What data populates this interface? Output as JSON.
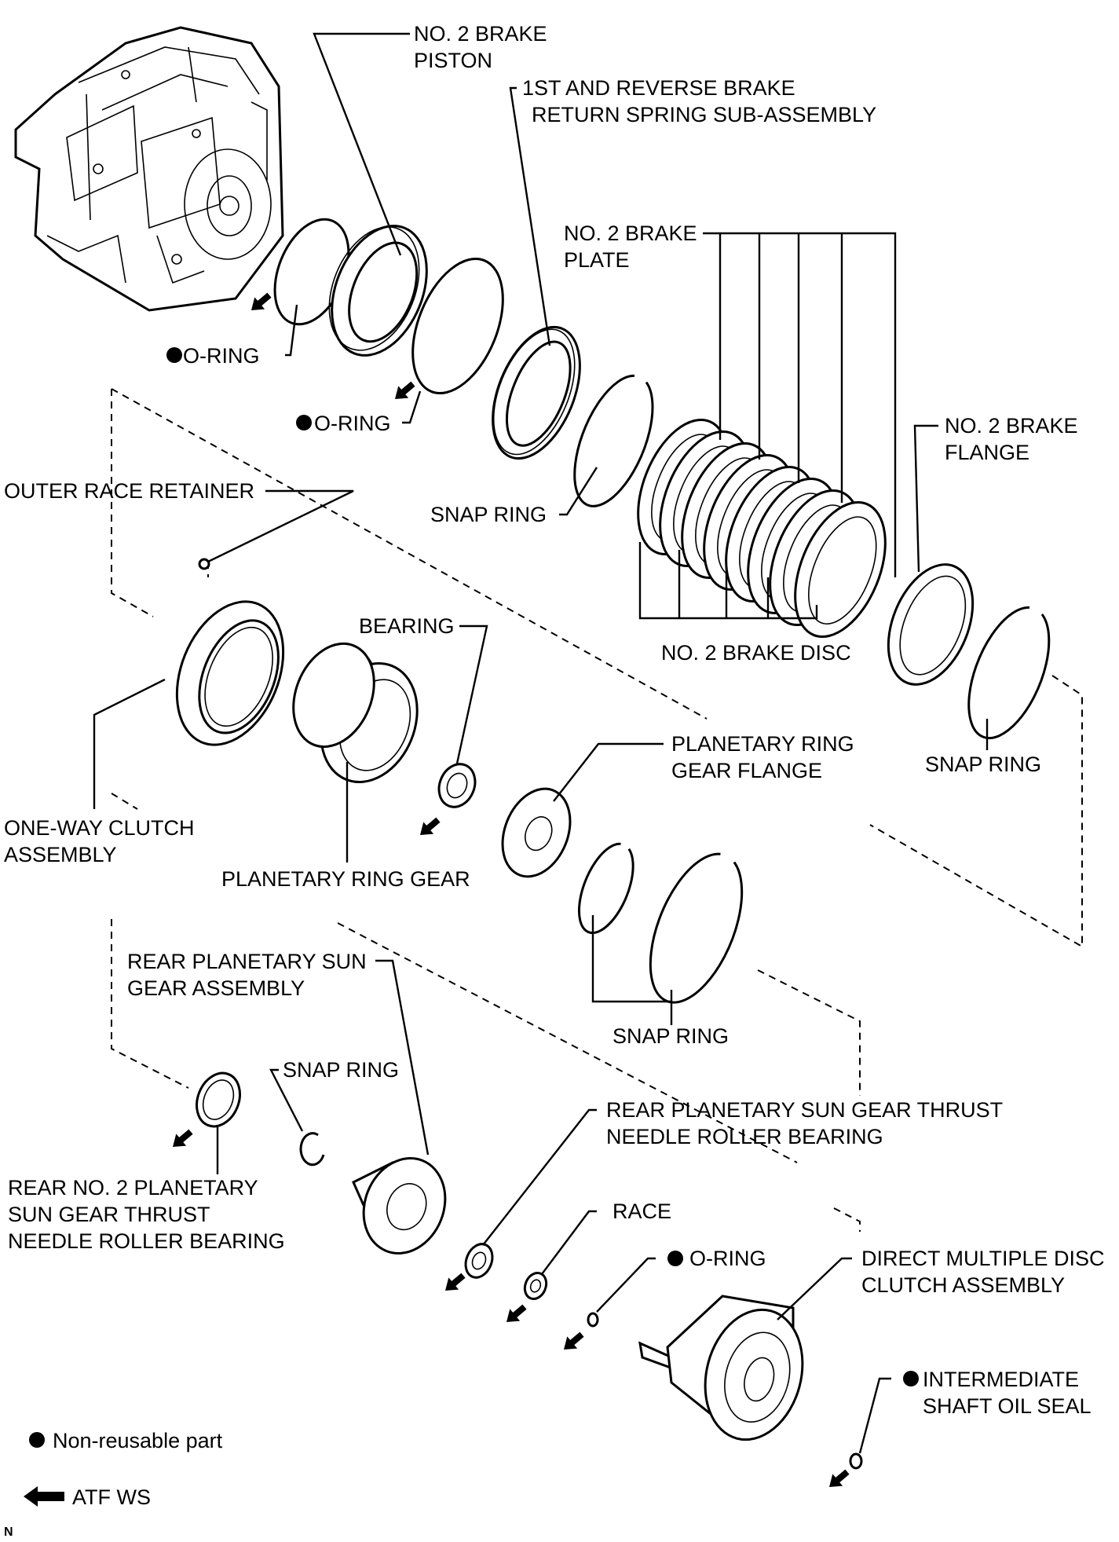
{
  "labels": {
    "no2_brake_piston": [
      "NO. 2 BRAKE",
      "PISTON"
    ],
    "return_spring": [
      "1ST AND REVERSE BRAKE",
      "RETURN SPRING SUB-ASSEMBLY"
    ],
    "no2_brake_plate": [
      "NO. 2 BRAKE",
      "PLATE"
    ],
    "no2_brake_flange": [
      "NO. 2 BRAKE",
      "FLANGE"
    ],
    "o_ring_1": "O-RING",
    "o_ring_2": "O-RING",
    "outer_race_retainer": "OUTER RACE RETAINER",
    "snap_ring_1": "SNAP RING",
    "no2_brake_disc": "NO. 2 BRAKE DISC",
    "bearing": "BEARING",
    "planetary_ring_gear_flange": [
      "PLANETARY RING",
      "GEAR FLANGE"
    ],
    "snap_ring_2": "SNAP RING",
    "one_way_clutch": [
      "ONE-WAY CLUTCH",
      "ASSEMBLY"
    ],
    "planetary_ring_gear": "PLANETARY RING GEAR",
    "rear_planetary_sun_gear": [
      "REAR PLANETARY SUN",
      "GEAR ASSEMBLY"
    ],
    "snap_ring_3": "SNAP RING",
    "snap_ring_4": "SNAP RING",
    "rear_sun_gear_thrust_bearing": [
      "REAR PLANETARY SUN GEAR THRUST",
      "NEEDLE ROLLER BEARING"
    ],
    "rear_no2_thrust_bearing": [
      "REAR NO. 2 PLANETARY",
      "SUN GEAR THRUST",
      "NEEDLE ROLLER BEARING"
    ],
    "race": "RACE",
    "o_ring_3": "O-RING",
    "direct_clutch": [
      "DIRECT MULTIPLE DISC",
      "CLUTCH ASSEMBLY"
    ],
    "intermediate_shaft_oil_seal": [
      "INTERMEDIATE",
      "SHAFT OIL SEAL"
    ]
  },
  "legend": {
    "non_reusable": "Non-reusable part",
    "atf": "ATF WS"
  },
  "corner_mark": "N",
  "icons": {
    "non_reusable": "filled-circle-icon",
    "atf": "left-arrow-icon"
  }
}
